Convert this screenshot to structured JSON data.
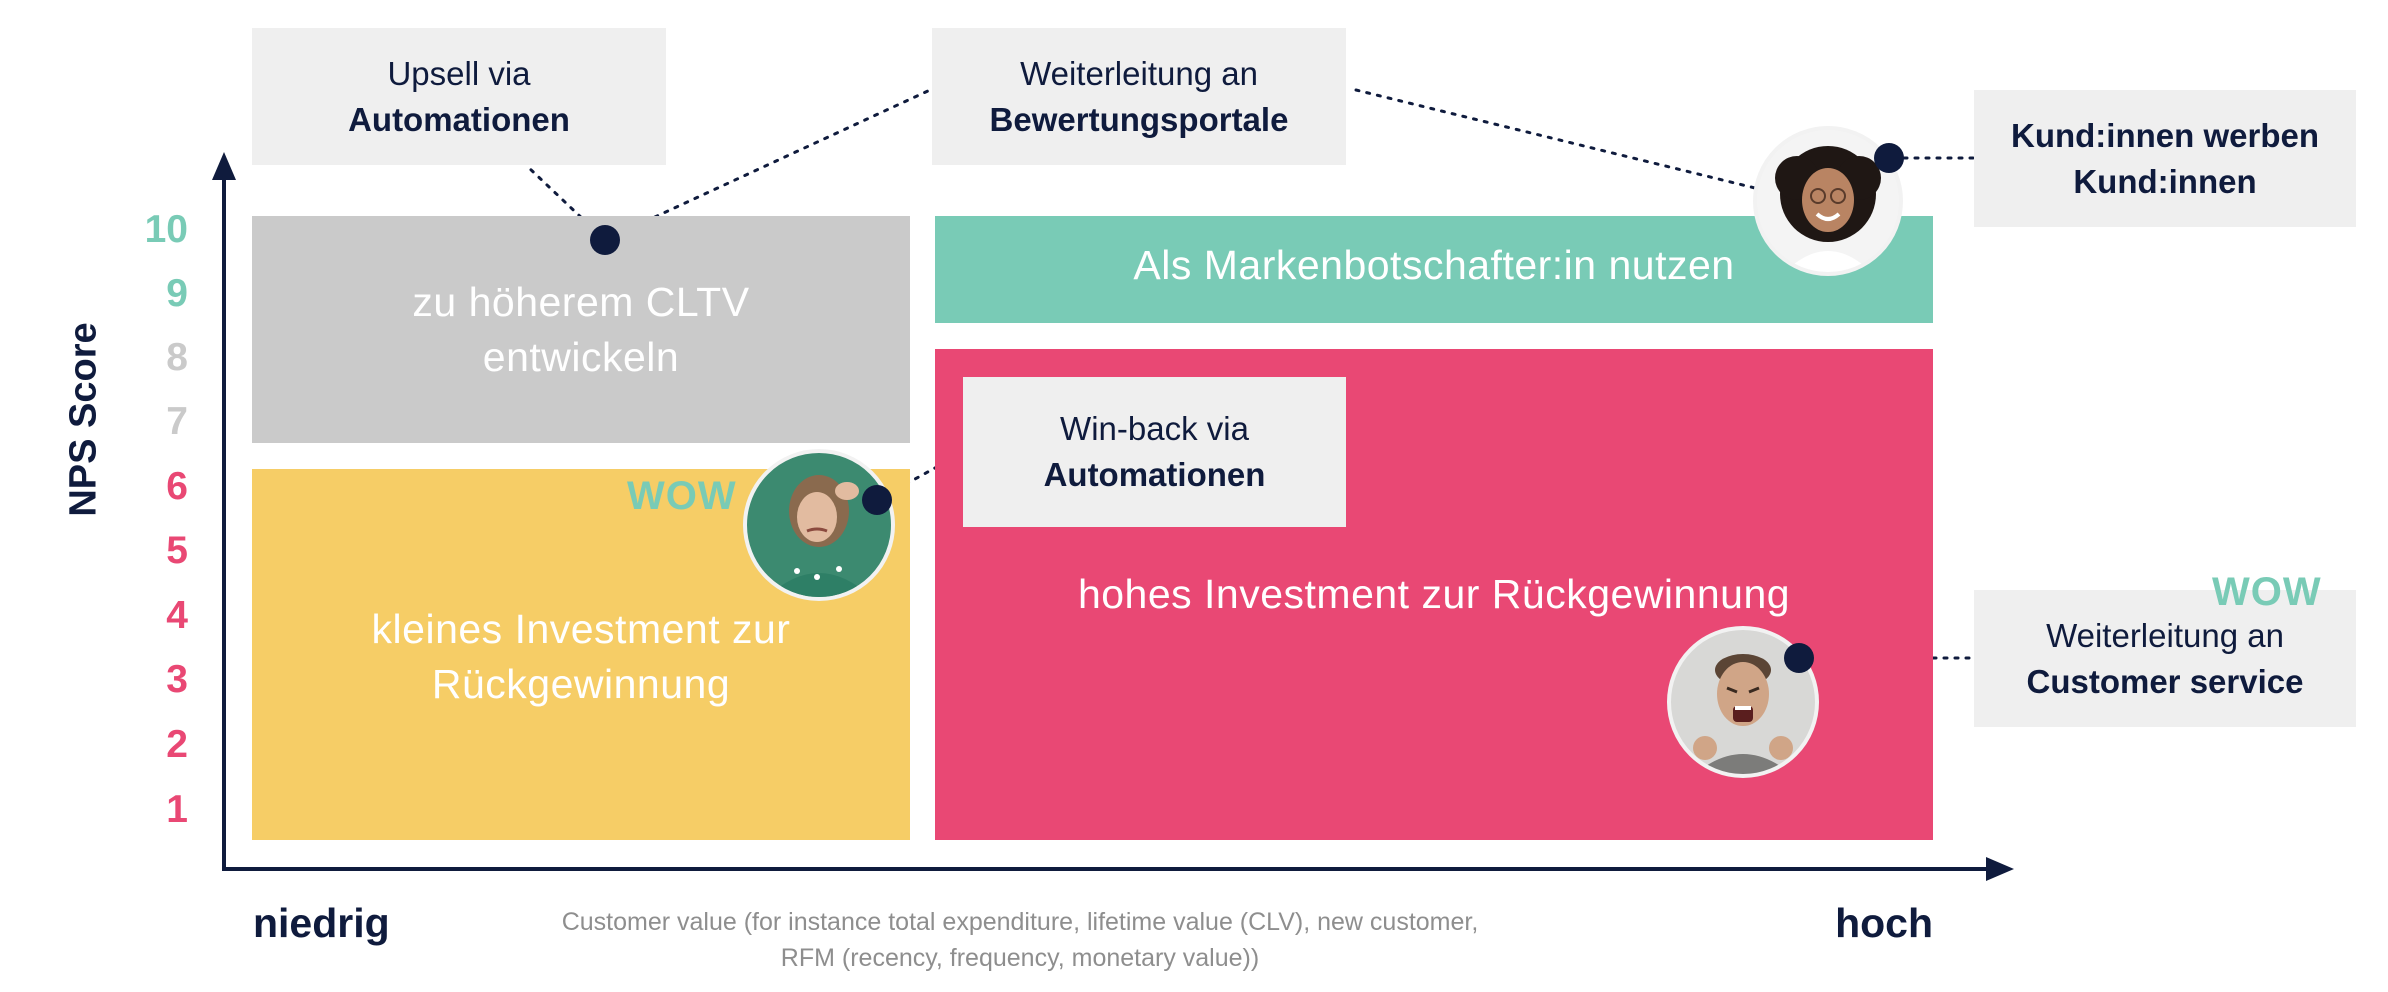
{
  "y_axis": {
    "title": "NPS Score",
    "scores": [
      {
        "label": "10",
        "color": "#79cbb6"
      },
      {
        "label": "9",
        "color": "#79cbb6"
      },
      {
        "label": "8",
        "color": "#cacaca"
      },
      {
        "label": "7",
        "color": "#cacaca"
      },
      {
        "label": "6",
        "color": "#e94874"
      },
      {
        "label": "5",
        "color": "#e94874"
      },
      {
        "label": "4",
        "color": "#e94874"
      },
      {
        "label": "3",
        "color": "#e94874"
      },
      {
        "label": "2",
        "color": "#e94874"
      },
      {
        "label": "1",
        "color": "#e94874"
      }
    ]
  },
  "x_axis": {
    "low": "niedrig",
    "high": "hoch",
    "description_line1": "Customer value (for instance total expenditure, lifetime value (CLV), new customer,",
    "description_line2": "RFM (recency, frequency, monetary value))"
  },
  "zones": {
    "grey": {
      "line1": "zu höherem CLTV",
      "line2": "entwickeln",
      "color": "#cacaca"
    },
    "green": {
      "line1": "Als Markenbotschafter:in nutzen",
      "color": "#79cbb6"
    },
    "yellow": {
      "line1": "kleines Investment zur",
      "line2": "Rückgewinnung",
      "color": "#f6cd66"
    },
    "red": {
      "line1": "hohes Investment zur Rückgewinnung",
      "color": "#e94874"
    }
  },
  "callouts": {
    "upsell": {
      "line1": "Upsell via",
      "line2": "Automationen"
    },
    "review": {
      "line1": "Weiterleitung an",
      "line2": "Bewertungsportale"
    },
    "referral": {
      "line1": "Kund:innen werben",
      "line2": "Kund:innen"
    },
    "winback": {
      "line1": "Win-back via",
      "line2": "Automationen"
    },
    "service": {
      "line1": "Weiterleitung an",
      "line2": "Customer service"
    }
  },
  "wow_labels": {
    "left": "WOW",
    "right": "WOW"
  },
  "colors": {
    "navy": "#0f1b3d",
    "callout_bg": "#efefef"
  }
}
